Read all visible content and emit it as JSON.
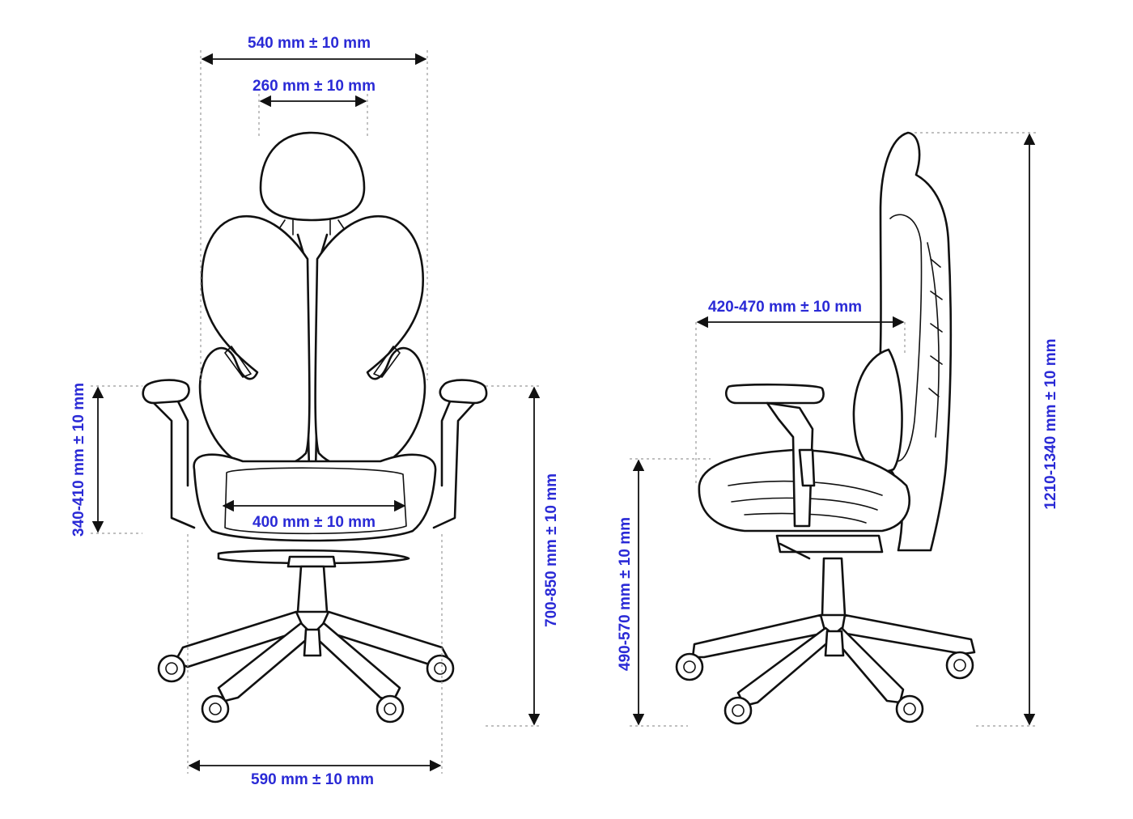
{
  "colors": {
    "dimension_text": "#2a2ad6",
    "drawing_line": "#111111",
    "guide_line": "#9a9a9a",
    "background": "#ffffff"
  },
  "dimensions": {
    "overall_width": "540 mm ± 10 mm",
    "headrest_width": "260 mm ± 10 mm",
    "armrest_height": "340-410 mm ± 10 mm",
    "seat_width": "400 mm ± 10 mm",
    "armrest_floor_height": "700-850 mm ± 10 mm",
    "base_width": "590 mm ± 10 mm",
    "seat_depth": "420-470 mm ± 10 mm",
    "seat_height": "490-570 mm ± 10 mm",
    "total_height": "1210-1340 mm ± 10 mm"
  }
}
